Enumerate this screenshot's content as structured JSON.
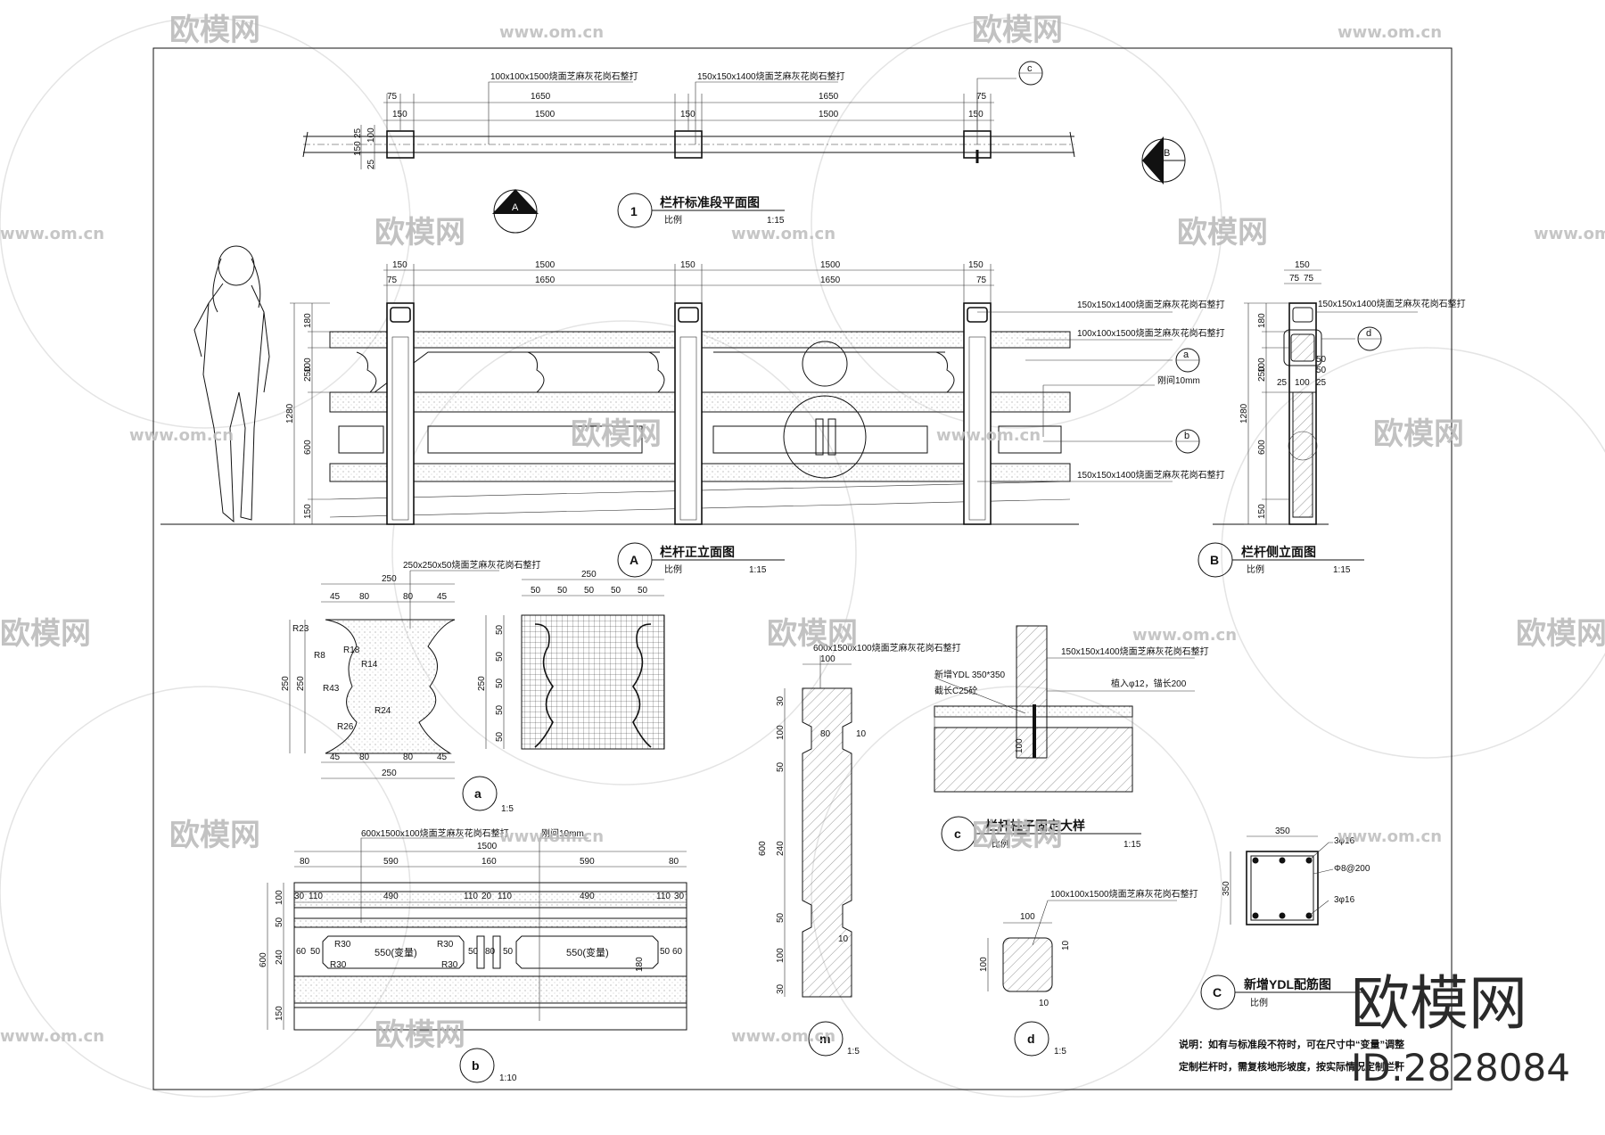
{
  "watermark": {
    "brand": "欧模网",
    "url": "www.om.cn",
    "id": "ID:2828084"
  },
  "plan": {
    "title": "栏杆标准段平面图",
    "scale_label": "比例",
    "scale": "1:15",
    "number": "1",
    "note_left": "100x100x1500烧面芝麻灰花岗石整打",
    "note_mid": "150x150x1400烧面芝麻灰花岗石整打",
    "dims_top": [
      "75",
      "1650",
      "1650",
      "75"
    ],
    "dims_bot": [
      "150",
      "1500",
      "150",
      "1500",
      "150"
    ],
    "dims_left": [
      "25",
      "100",
      "150",
      "25"
    ],
    "callout_c": "c",
    "marker_b": "B",
    "marker_a": "A"
  },
  "front": {
    "title": "栏杆正立面图",
    "scale_label": "比例",
    "scale": "1:15",
    "number": "A",
    "dims_top1": [
      "150",
      "1500",
      "150",
      "1500",
      "150"
    ],
    "dims_top2": [
      "75",
      "1650",
      "1650",
      "75"
    ],
    "dims_left": [
      "180",
      "100",
      "250",
      "600",
      "150"
    ],
    "dim_total": "1280",
    "notes": [
      "150x150x1400烧面芝麻灰花岗石整打",
      "100x100x1500烧面芝麻灰花岗石整打",
      "a",
      "刚间10mm",
      "b",
      "150x150x1400烧面芝麻灰花岗石整打"
    ]
  },
  "side": {
    "title": "栏杆侧立面图",
    "scale_label": "比例",
    "scale": "1:15",
    "number": "B",
    "dims_top": [
      "150",
      "75",
      "75"
    ],
    "dims_left": [
      "180",
      "100",
      "250",
      "600",
      "150"
    ],
    "dim_total": "1280",
    "dims_inner": [
      "50",
      "50",
      "25",
      "100",
      "25"
    ],
    "note": "150x150x1400烧面芝麻灰花岗石整打",
    "callout_d": "d"
  },
  "detail_a": {
    "note": "250x250x50烧面芝麻灰花岗石整打",
    "dims_top": [
      "250",
      "45",
      "80",
      "80",
      "45"
    ],
    "dims_bot": [
      "45",
      "80",
      "80",
      "45",
      "250"
    ],
    "radii": [
      "R23",
      "R8",
      "R18",
      "R14",
      "R43",
      "R24",
      "R26"
    ],
    "dims_left": [
      "250",
      "250"
    ],
    "grid_top": [
      "250",
      "50",
      "50",
      "50",
      "50",
      "50"
    ],
    "grid_left": [
      "50",
      "50",
      "50",
      "50",
      "50",
      "250"
    ],
    "label": "a",
    "scale": "1:5"
  },
  "detail_b": {
    "note1": "600x1500x100烧面芝麻灰花岗石整打",
    "note2": "刚间10mm",
    "dim_total": "1500",
    "dims_top": [
      "80",
      "590",
      "160",
      "590",
      "80"
    ],
    "dims_row2": [
      "30",
      "110",
      "490",
      "110",
      "20",
      "110",
      "490",
      "110",
      "30"
    ],
    "dims_left": [
      "100",
      "50",
      "240",
      "600",
      "150"
    ],
    "inner": [
      "550(变量)",
      "550(变量)"
    ],
    "inner_dims": [
      "60",
      "50",
      "50",
      "80",
      "50",
      "50",
      "60"
    ],
    "radii": [
      "R30",
      "R30",
      "R30",
      "R30"
    ],
    "dim_180": "180",
    "label": "b",
    "scale": "1:10"
  },
  "detail_m": {
    "note": "600x1500x100烧面芝麻灰花岗石整打",
    "dims_top": [
      "100"
    ],
    "dims_left": [
      "30",
      "100",
      "50",
      "600",
      "240",
      "50",
      "100",
      "30"
    ],
    "dims_in": [
      "80",
      "10",
      "10"
    ],
    "label": "m",
    "scale": "1:5"
  },
  "detail_c": {
    "title": "栏杆柱子固定大样",
    "scale_label": "比例",
    "scale": "1:15",
    "number": "c",
    "note1": "150x150x1400烧面芝麻灰花岗石整打",
    "note2": "新增YDL 350*350",
    "note3": "植入φ12，锚长200",
    "note4": "截长C25砼",
    "dim": "100"
  },
  "detail_d": {
    "note": "100x100x1500烧面芝麻灰花岗石整打",
    "dims": [
      "100",
      "100",
      "10",
      "10"
    ],
    "label": "d",
    "scale": "1:5"
  },
  "ydl": {
    "title": "新增YDL配筋图",
    "scale_label": "比例",
    "number": "C",
    "dims": [
      "350",
      "350"
    ],
    "rebar": [
      "3φ16",
      "Φ8@200",
      "3φ16"
    ]
  },
  "notes": {
    "line1": "说明：如有与标准段不符时，可在尺寸中“变量”调整",
    "line2": "定制栏杆时，需复核地形坡度，按实际情况定制栏杆"
  }
}
